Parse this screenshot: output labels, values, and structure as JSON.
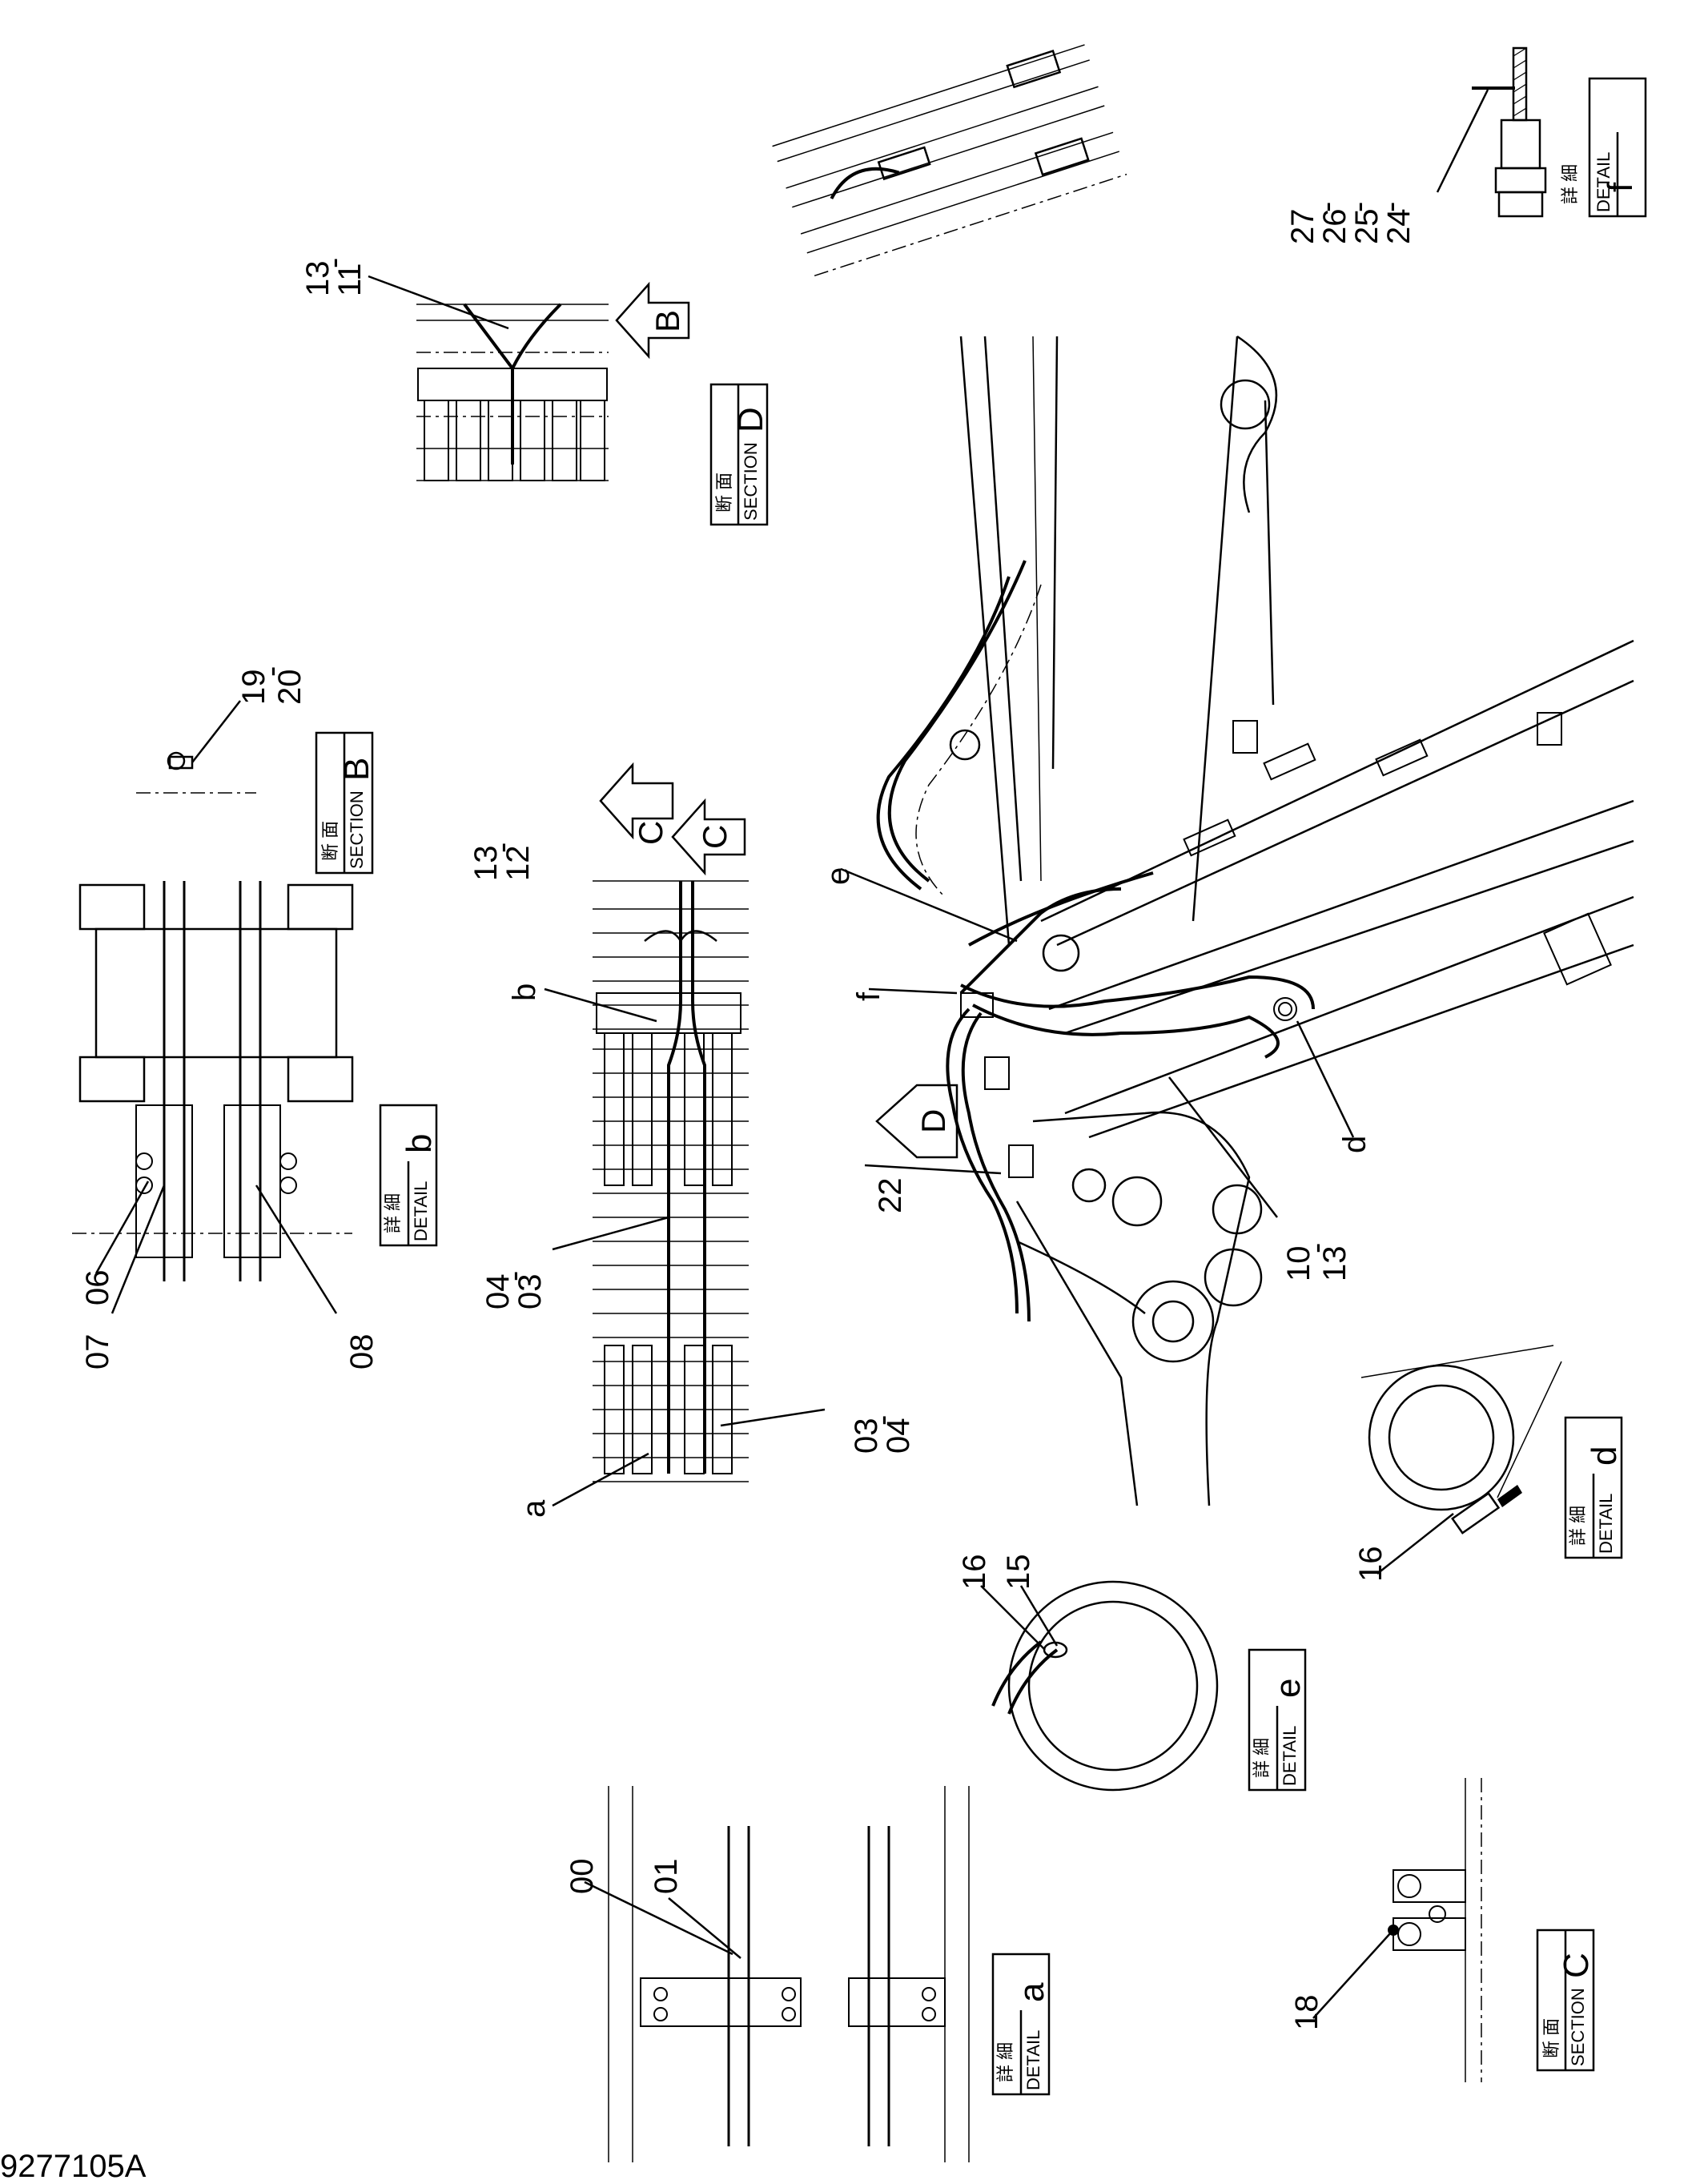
{
  "drawing_number": "9277105A",
  "labels": {
    "detail_jp": "詳 細",
    "detail_en": "DETAIL",
    "section_jp": "断 面",
    "section_en": "SECTION"
  },
  "view_letters": {
    "a": "a",
    "b": "b",
    "d": "d",
    "e": "e",
    "f": "f",
    "B": "B",
    "C": "C",
    "D": "D"
  },
  "part_numbers": {
    "p00": "00",
    "p01": "01",
    "p03": "03",
    "p04": "04",
    "p06": "06",
    "p07": "07",
    "p08": "08",
    "p10": "10",
    "p11": "11",
    "p12": "12",
    "p13": "13",
    "p15": "15",
    "p16": "16",
    "p18": "18",
    "p19": "19",
    "p20": "20",
    "p22": "22",
    "p24": "24",
    "p25": "25",
    "p26": "26",
    "p27": "27",
    "dash": "-"
  }
}
